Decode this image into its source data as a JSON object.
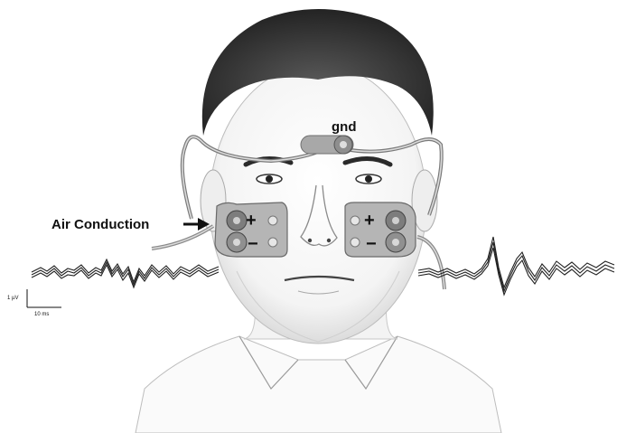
{
  "labels": {
    "ground": "gnd",
    "stimulus": "Air Conduction",
    "plus_sign": "+",
    "minus_sign": "−"
  },
  "scale_bar": {
    "amplitude": "1 µV",
    "time": "10 ms"
  },
  "colors": {
    "electrode": "#9a9a9a",
    "trace": "#222222",
    "cable": "#7a7a7a"
  }
}
